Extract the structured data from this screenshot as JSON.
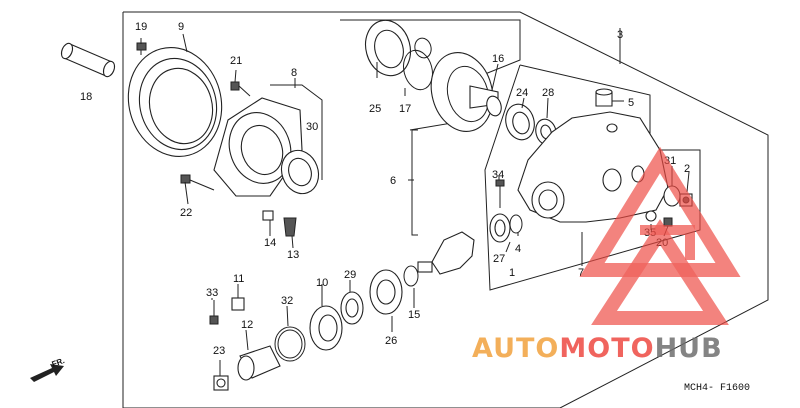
{
  "callouts": [
    "1",
    "2",
    "3",
    "4",
    "5",
    "6",
    "7",
    "8",
    "9",
    "10",
    "11",
    "12",
    "13",
    "14",
    "15",
    "16",
    "17",
    "18",
    "19",
    "20",
    "21",
    "22",
    "23",
    "24",
    "25",
    "26",
    "27",
    "28",
    "29",
    "30",
    "31",
    "32",
    "33",
    "34",
    "35"
  ],
  "drawing_code": "MCH4- F1600",
  "direction_label": "FR.",
  "watermark": {
    "part1": "AUTO",
    "part2": "MOTO",
    "part3": "HUB"
  },
  "colors": {
    "watermark_red": "#ee4a42",
    "watermark_orange": "#f2a23e",
    "watermark_gray": "#6f6f6f",
    "line": "#222222"
  },
  "icons": [
    "fr-arrow-icon",
    "watermark-triangle-icon"
  ]
}
